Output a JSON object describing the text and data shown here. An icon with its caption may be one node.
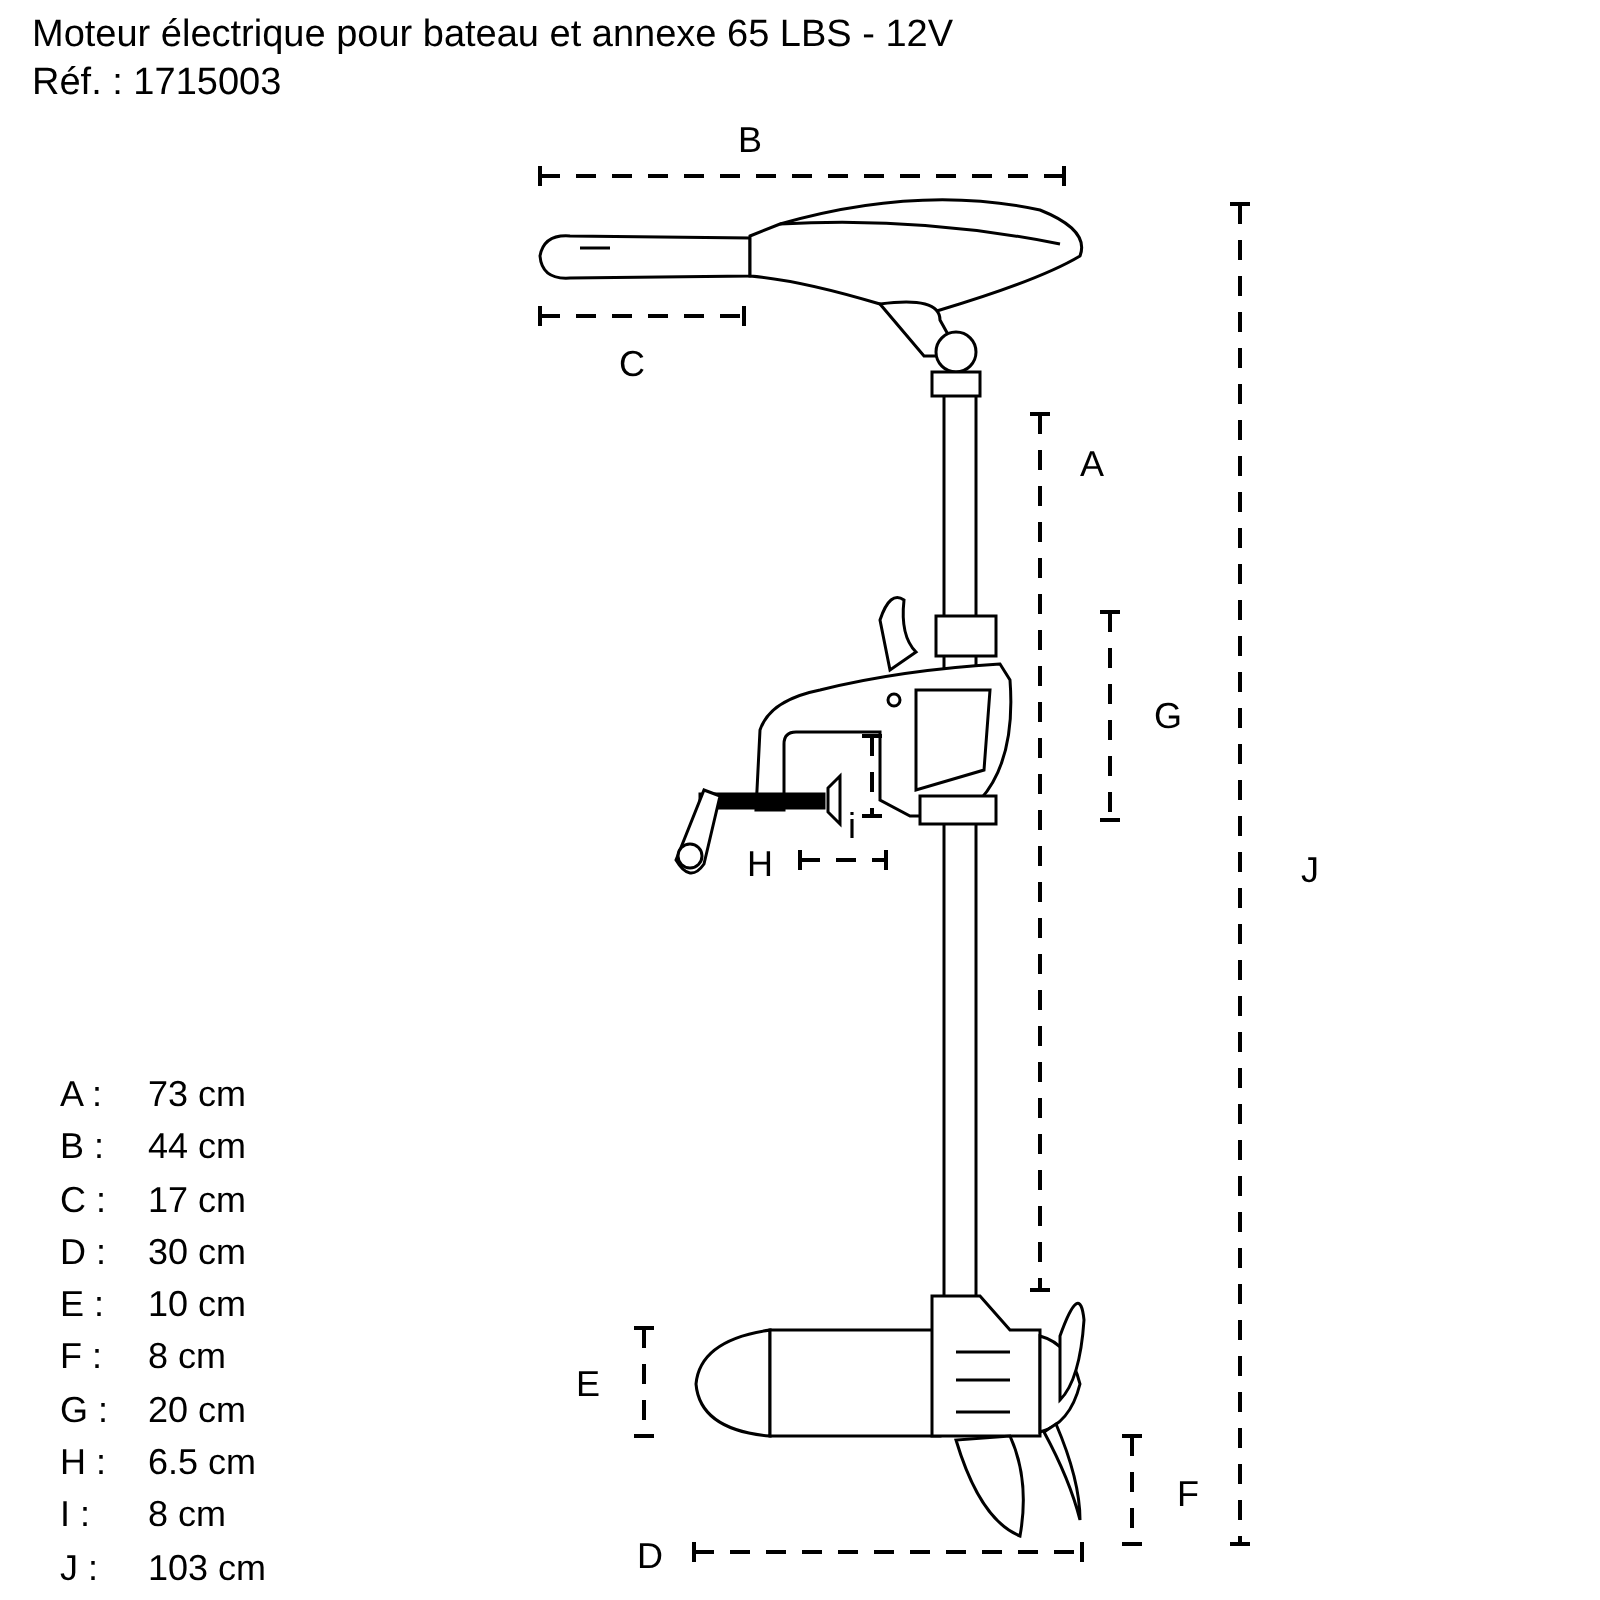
{
  "diagram": {
    "title": "Moteur électrique pour bateau et annexe 65 LBS - 12V",
    "labels": [
      "Réf. : 1715003",
      "B",
      "C",
      "A",
      "G",
      "J",
      "i",
      "H",
      "E",
      "F",
      "D",
      "A :",
      "73 cm",
      "B :",
      "44 cm",
      "C :",
      "17 cm",
      "D :",
      "30 cm",
      "E :",
      "10 cm",
      "F :",
      "8 cm",
      "G :",
      "20 cm",
      "H :",
      "6.5 cm",
      "I :",
      "8 cm",
      "J :",
      "103 cm"
    ]
  }
}
